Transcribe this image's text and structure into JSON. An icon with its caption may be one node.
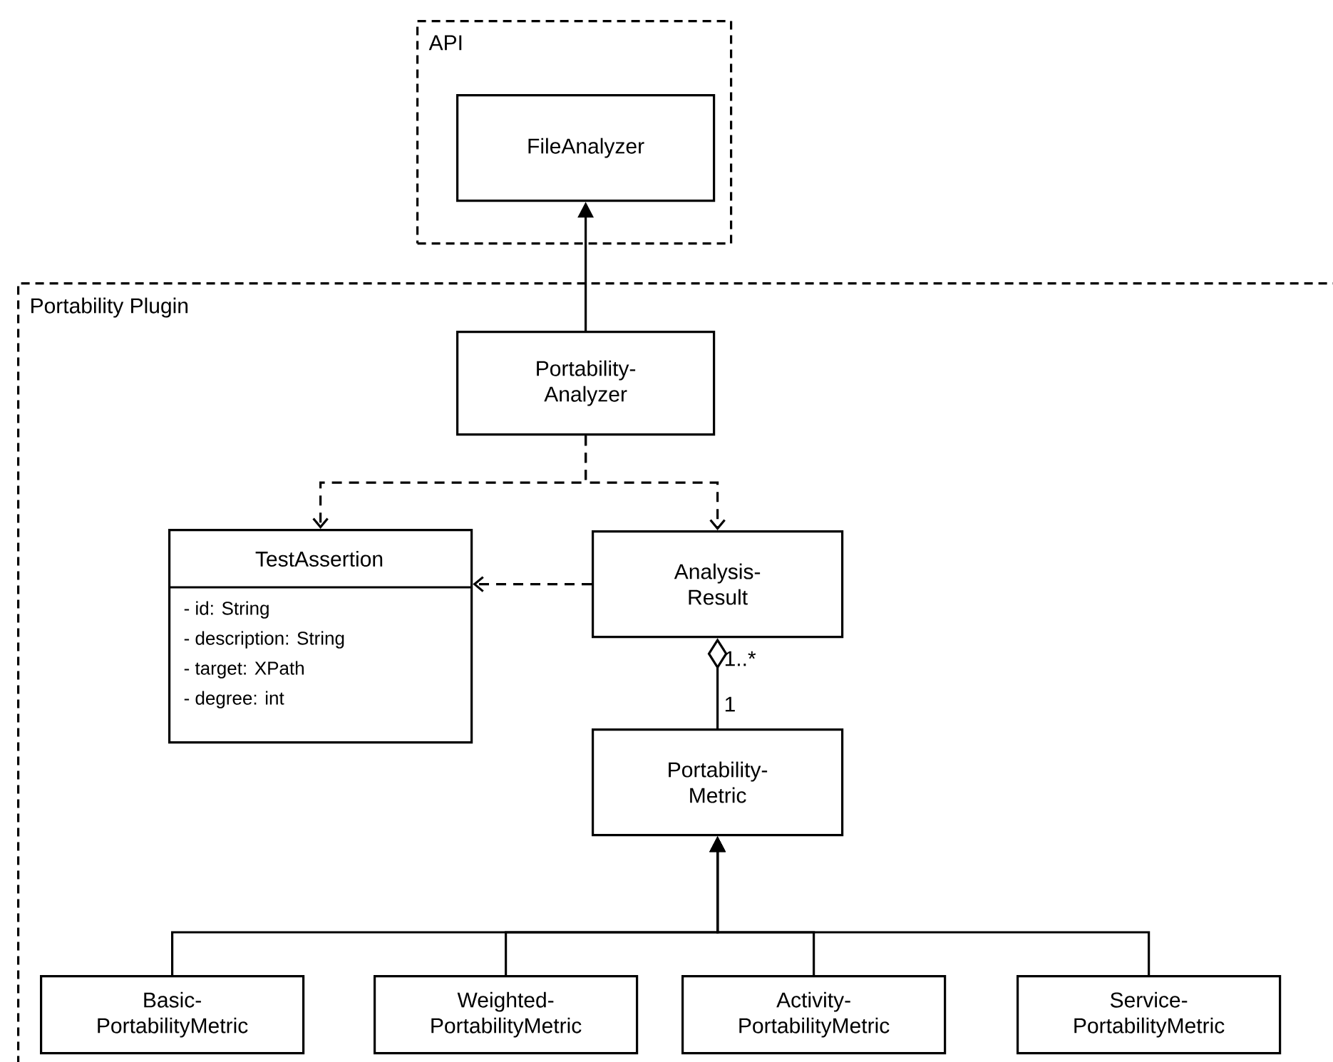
{
  "diagram": {
    "nodes": [
      {
        "text": [
          "API"
        ]
      },
      {
        "text": [
          "FileAnalyzer"
        ],
        "in": 0
      },
      {
        "text": [
          "Portability Plugin"
        ]
      },
      {
        "text": [
          "Portability- Analyzer"
        ],
        "in": 2
      },
      {
        "text": [
          "TestAssertion",
          "- id: String",
          "- description: String",
          "- target: XPath",
          "- degree: int"
        ],
        "in": 2
      },
      {
        "text": [
          "Analysis- Result"
        ],
        "in": 2
      },
      {
        "text": [
          "Portability- Metric"
        ],
        "in": 2
      },
      {
        "text": [
          "Basic- PortabilityMetric"
        ],
        "in": 2
      },
      {
        "text": [
          "Weighted- PortabilityMetric"
        ],
        "in": 2
      },
      {
        "text": [
          "Activity- PortabilityMetric"
        ],
        "in": 2
      },
      {
        "text": [
          "Service- PortabilityMetric"
        ],
        "in": 2
      }
    ],
    "edges": [
      {
        "from": 3,
        "to": 1,
        "arrow": "to"
      },
      {
        "from": 3,
        "to": 4,
        "arrow": "to",
        "style": "dashed"
      },
      {
        "from": 3,
        "to": 5,
        "arrow": "to",
        "style": "dashed"
      },
      {
        "from": 5,
        "to": 4,
        "arrow": "to",
        "style": "dashed"
      },
      {
        "from": 6,
        "to": 5,
        "arrow": "other"
      },
      {
        "from": 7,
        "to": 6,
        "arrow": "to"
      },
      {
        "from": 8,
        "to": 6,
        "arrow": "to"
      },
      {
        "from": 9,
        "to": 6,
        "arrow": "to"
      },
      {
        "from": 10,
        "to": 6,
        "arrow": "to"
      }
    ],
    "labels": [
      "1..*",
      "1"
    ]
  }
}
